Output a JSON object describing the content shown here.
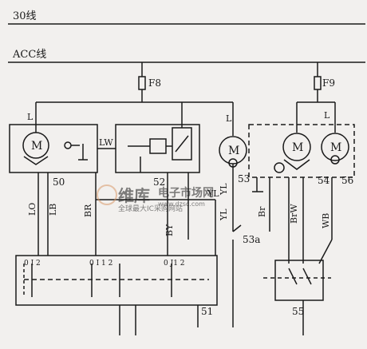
{
  "lines": {
    "line_30": "30线",
    "acc_line": "ACC线"
  },
  "fuses": {
    "f8": "F8",
    "f9": "F9"
  },
  "wires": {
    "l_left": "L",
    "l_mid": "L",
    "l_right": "L",
    "lw": "LW",
    "yl_a": "YL",
    "yl_b": "YL",
    "yl_c": "YL",
    "lo": "LO",
    "lb": "LB",
    "br": "BR",
    "by": "BY",
    "br_small": "Br",
    "brw": "BrW",
    "wb": "WB"
  },
  "components": {
    "c50": "50",
    "c51": "51",
    "c52": "52",
    "c53": "53",
    "c53a": "53a",
    "c54": "54",
    "c55": "55",
    "c56": "56"
  },
  "motor_symbol": "M",
  "switch_pins": {
    "sw1": "0 I 2",
    "sw2": "0 I 1 2",
    "sw3": "0 J1 2"
  },
  "watermark": {
    "brand": "维库",
    "title": "电子市场网",
    "url": "www.dzsc.com",
    "slogan": "全球最大IC采购网站"
  }
}
